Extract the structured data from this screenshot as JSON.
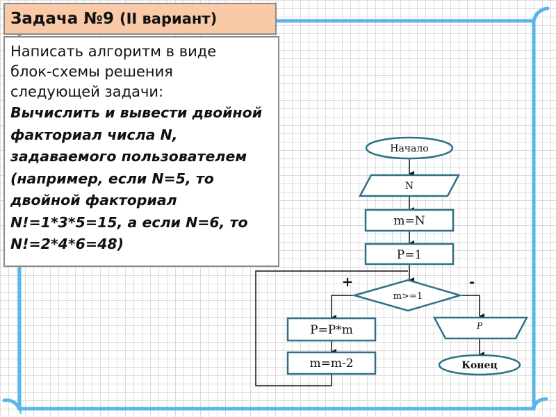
{
  "title": "Задача №9",
  "title_suffix": "(II вариант)",
  "intro": "Написать алгоритм в виде блок-схемы решения следующей задачи:",
  "task": "Вычислить и вывести двойной факториал числа N, задаваемого пользователем (например, если N=5, то двойной факториал N!=1*3*5=15, а если N=6, то N!=2*4*6=48)",
  "flowchart": {
    "start": "Начало",
    "input": "N",
    "assign_m": "m=N",
    "assign_p": "P=1",
    "condition": "m>=1",
    "yes_label": "+",
    "no_label": "-",
    "multiply": "P=P*m",
    "decrement": "m=m-2",
    "output": "P",
    "end": "Конец"
  },
  "colors": {
    "frame": "#59b6e6",
    "title_bg": "#f9c9a8",
    "box_stroke": "#2e6f8a",
    "box_fill": "#ffffff"
  }
}
